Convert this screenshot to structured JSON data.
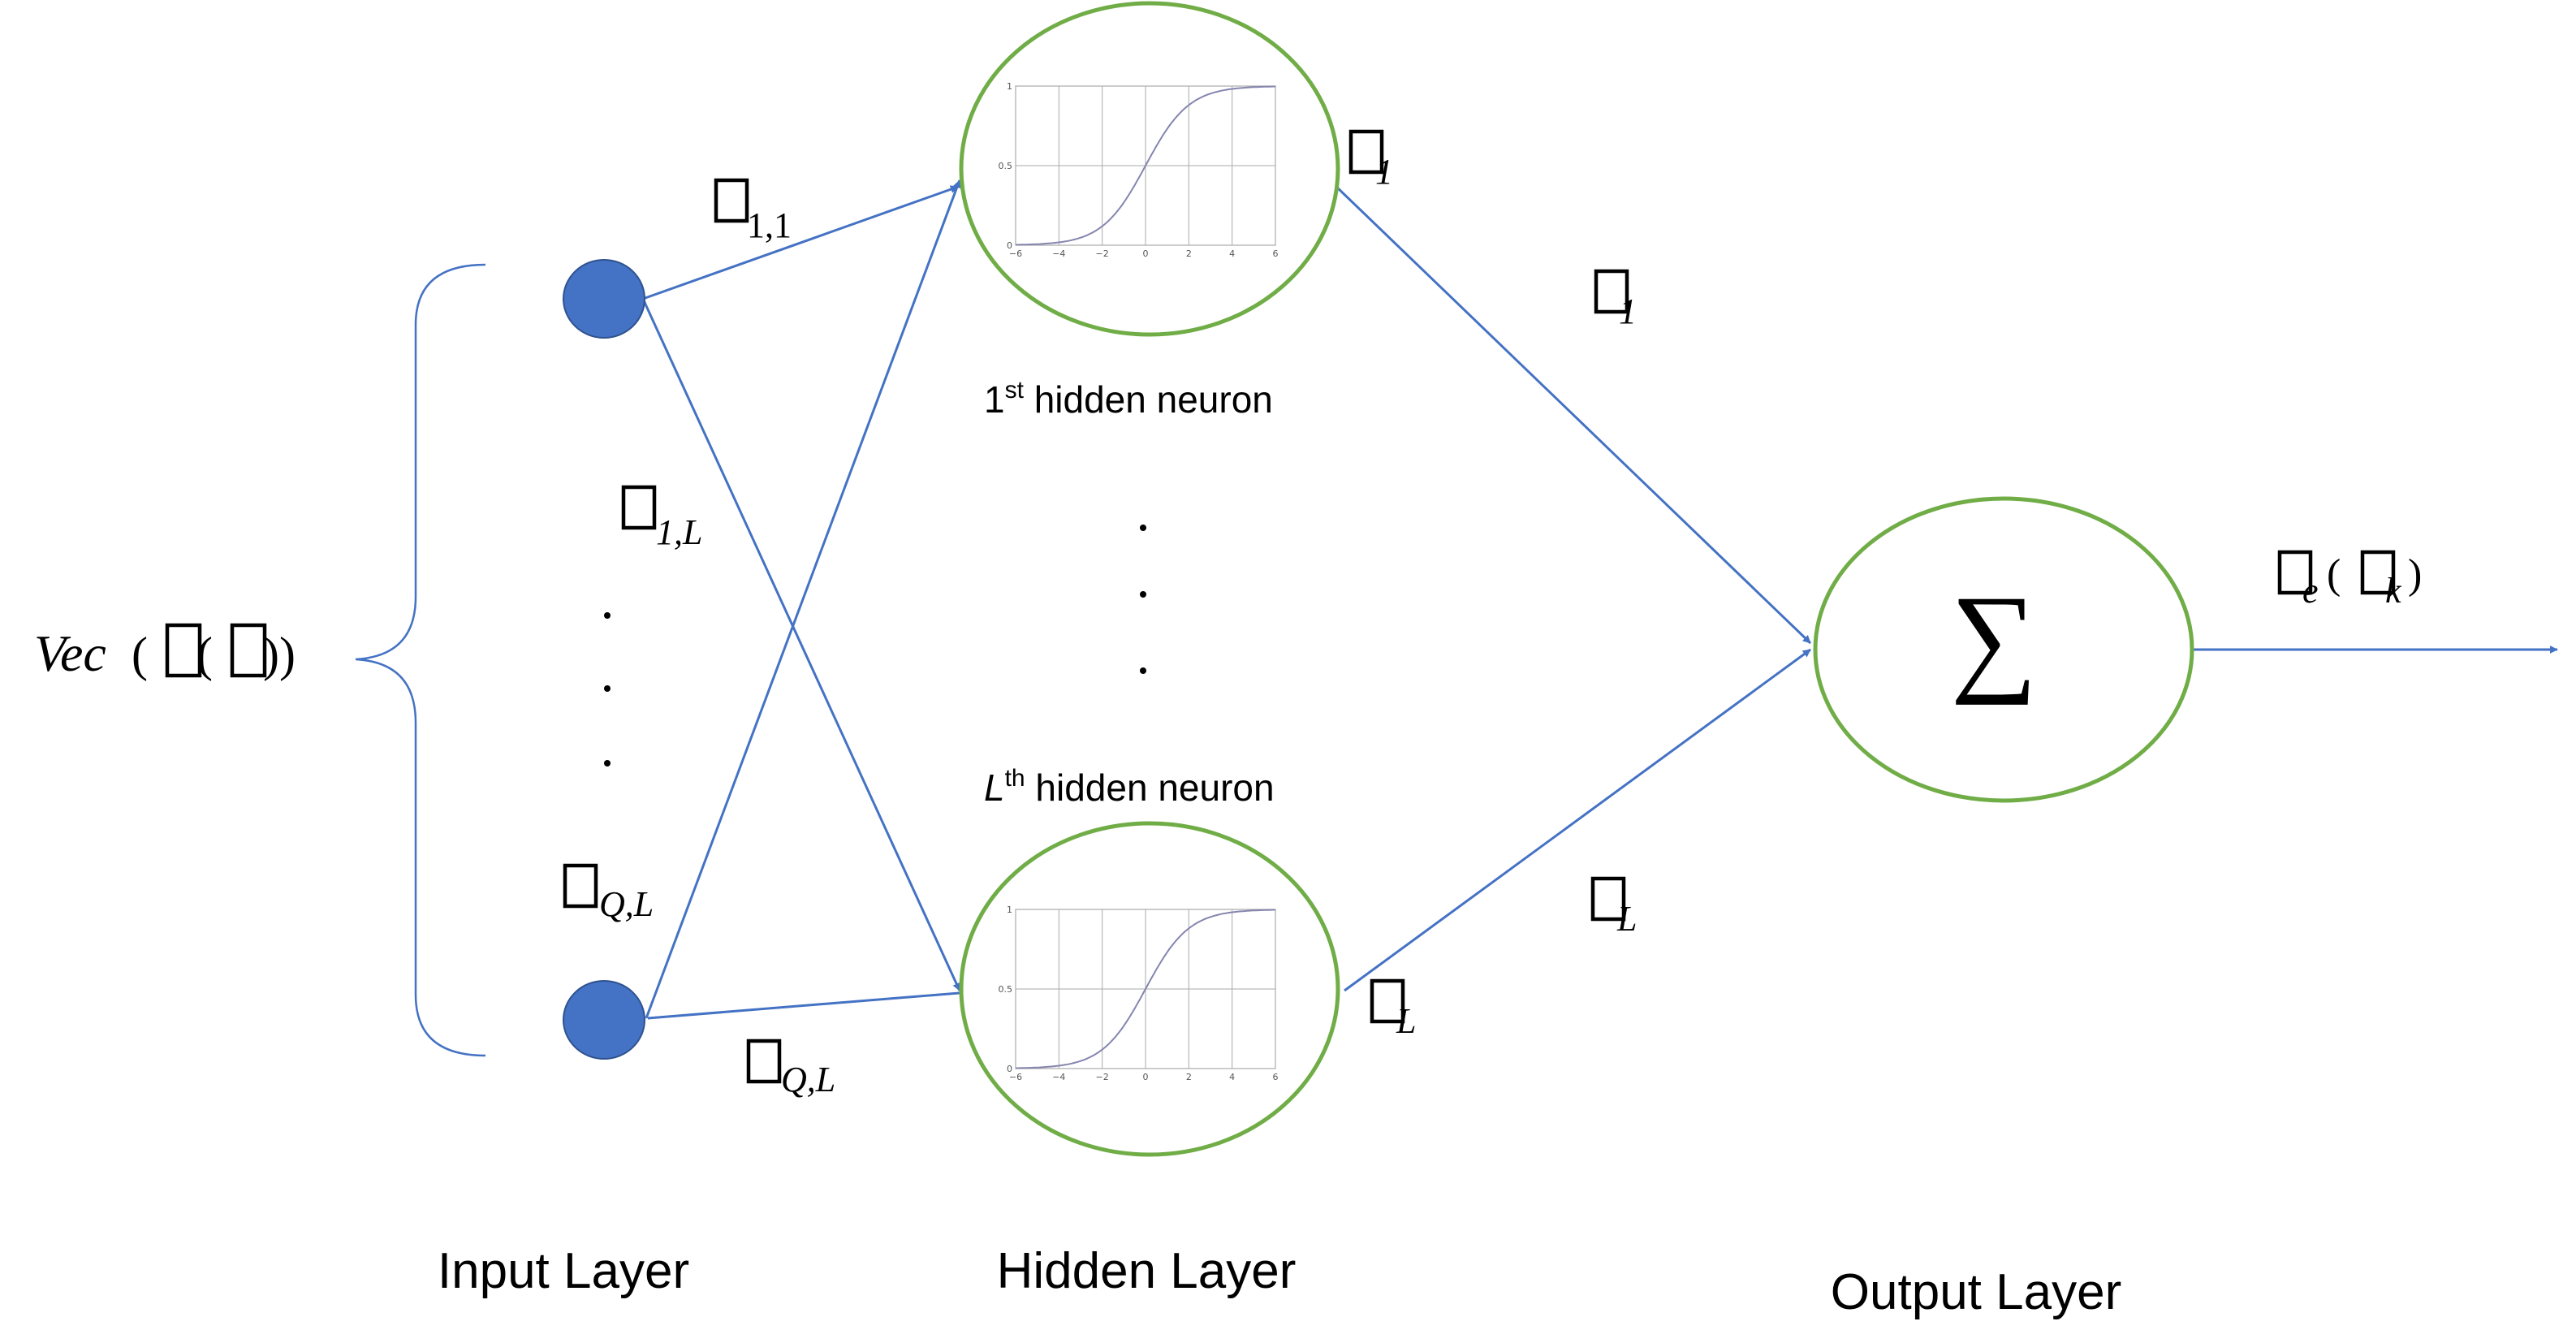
{
  "colors": {
    "accent": "#4472C4",
    "input_node_fill": "#4472C4",
    "input_node_stroke": "#2F528F",
    "hidden_circle": "#70AD47",
    "sigmoid_curve": "#8585B0",
    "grid": "#AAAAAA"
  },
  "input": {
    "vec_text": "Vec",
    "vec_paren_open": "(",
    "vec_paren_inner": "(",
    "vec_paren_close": "))",
    "dots": ".",
    "layer_label": "Input Layer"
  },
  "hidden": {
    "neuron_1": {
      "prefix": "1",
      "superscript": "st",
      "suffix": " hidden neuron"
    },
    "neuron_L": {
      "prefix": "L",
      "superscript": "th",
      "suffix": " hidden neuron"
    },
    "dots": ".",
    "layer_label": "Hidden Layer",
    "sigmoid_ticks_x": [
      "−6",
      "−4",
      "−2",
      "0",
      "2",
      "4",
      "6"
    ],
    "sigmoid_ticks_y": [
      "1",
      "0.5",
      "0"
    ]
  },
  "output": {
    "sum_symbol": "∑",
    "layer_label": "Output Layer",
    "label_sub1": "e",
    "label_paren_open": "(",
    "label_sub2": "k",
    "label_paren_close": ")"
  },
  "weights": {
    "w11_sub": "1,1",
    "w1L_sub": "1,L",
    "wQL_sub_a": "Q,L",
    "wQL_sub_b": "Q,L",
    "out1_sub": "1",
    "outL_sub": "L",
    "beta1_sub": "1",
    "betaL_sub": "L"
  }
}
